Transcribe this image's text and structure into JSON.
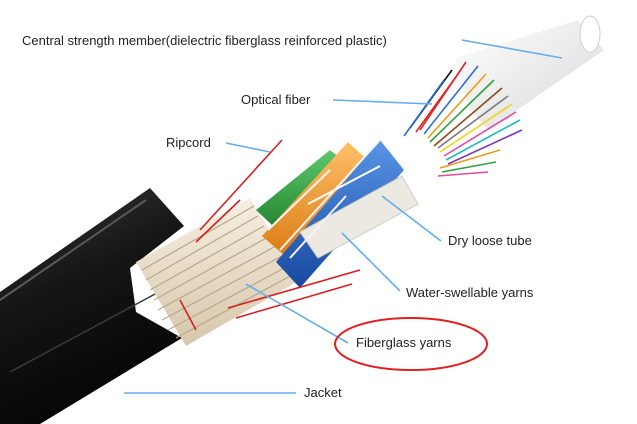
{
  "labels": {
    "central_strength_member": "Central strength member(dielectric fiberglass reinforced plastic)",
    "optical_fiber": "Optical fiber",
    "ripcord": "Ripcord",
    "dry_loose_tube": "Dry loose tube",
    "water_swellable_yarns": "Water-swellable yarns",
    "fiberglass_yarns": "Fiberglass yarns",
    "jacket": "Jacket"
  },
  "highlighted_label": "fiberglass_yarns",
  "colors": {
    "leader_line": "#66aee8",
    "highlight_ring": "#e02020",
    "jacket": "#141414",
    "fiberglass_yarn": "#e8dcc6",
    "loose_tube_blue": "#1f63c6",
    "loose_tube_orange": "#f2941e",
    "loose_tube_green": "#2a9a3a",
    "loose_tube_white": "#ece9e2",
    "ripcord": "#d42020",
    "strength_member": "#f2f2f2"
  }
}
